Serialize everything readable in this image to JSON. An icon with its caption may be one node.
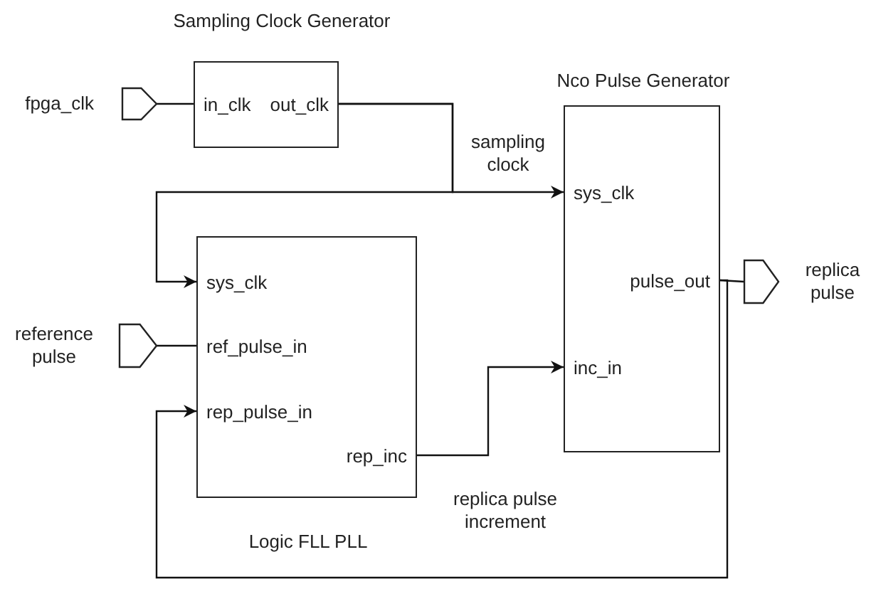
{
  "diagram": {
    "nodes": [
      {
        "text": [
          "Sampling Clock Generator"
        ]
      },
      {
        "text": [
          "in_clk"
        ],
        "in": 0
      },
      {
        "text": [
          "out_clk"
        ],
        "in": 0
      },
      {
        "text": [
          "Nco Pulse Generator"
        ]
      },
      {
        "text": [
          "sys_clk"
        ],
        "in": 3
      },
      {
        "text": [
          "pulse_out"
        ],
        "in": 3
      },
      {
        "text": [
          "inc_in"
        ],
        "in": 3
      },
      {
        "text": [
          "Logic FLL PLL"
        ]
      },
      {
        "text": [
          "sys_clk"
        ],
        "in": 7
      },
      {
        "text": [
          "ref_pulse_in"
        ],
        "in": 7
      },
      {
        "text": [
          "rep_pulse_in"
        ],
        "in": 7
      },
      {
        "text": [
          "rep_inc"
        ],
        "in": 7
      },
      {
        "text": [],
        "shape": "pentagon",
        "beside": [
          "fpga_clk"
        ]
      },
      {
        "text": [],
        "shape": "pentagon",
        "beside": [
          "reference pulse"
        ]
      },
      {
        "text": [],
        "shape": "pentagon",
        "beside": [
          "replica pulse"
        ]
      }
    ],
    "edges": [
      {
        "from": 12,
        "to": 1,
        "arrow": "none"
      },
      {
        "from": 2,
        "to": 4,
        "arrow": "to",
        "label": "sampling clock"
      },
      {
        "from": 2,
        "to": 8,
        "arrow": "to"
      },
      {
        "from": 13,
        "to": 9,
        "arrow": "none"
      },
      {
        "from": 11,
        "to": 6,
        "arrow": "to",
        "label": "replica pulse increment"
      },
      {
        "from": 5,
        "to": 14,
        "arrow": "none"
      },
      {
        "from": 5,
        "to": 10,
        "arrow": "to"
      }
    ]
  }
}
